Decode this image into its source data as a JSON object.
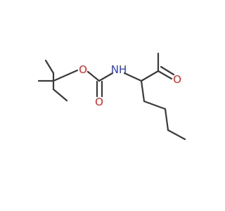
{
  "molecule": {
    "atoms": {
      "o_ester": {
        "label": "O",
        "color": "#e8221c"
      },
      "o_carbonyl": {
        "label": "O",
        "color": "#e8221c"
      },
      "n_amide": {
        "label": "NH",
        "color": "#2b3bd6"
      },
      "o_aldehyde": {
        "label": "O",
        "color": "#e8221c"
      }
    },
    "bond_color": "#3a3a3a"
  }
}
